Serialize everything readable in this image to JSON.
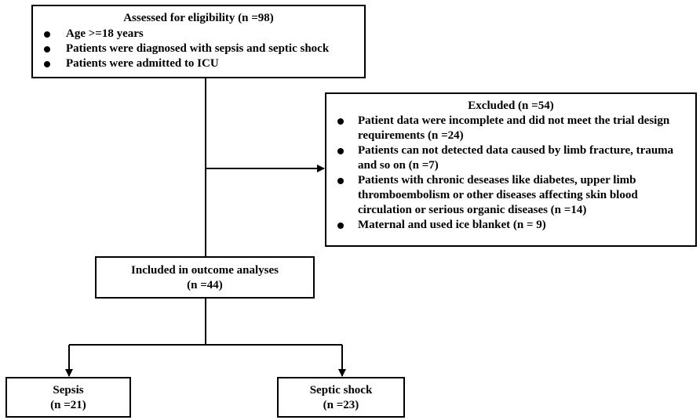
{
  "eligibility": {
    "title": "Assessed for eligibility  (n =98)",
    "criteria": [
      "Age >=18 years",
      "Patients were diagnosed with sepsis and septic shock",
      "Patients were admitted to ICU"
    ]
  },
  "excluded": {
    "title": "Excluded (n =54)",
    "reasons": [
      "Patient data were incomplete and did not meet the trial design requirements (n =24)",
      "Patients can not detected data caused by limb fracture, trauma and so on (n =7)",
      "Patients with chronic deseases like  diabetes, upper limb thromboembolism or other diseases affecting skin blood circulation or serious organic diseases (n =14)",
      "Maternal and used ice blanket (n = 9)"
    ]
  },
  "included": {
    "title": "Included in outcome analyses",
    "count": "(n =44)"
  },
  "groups": {
    "sepsis": {
      "title": "Sepsis",
      "count": "(n =21)"
    },
    "septic_shock": {
      "title": "Septic shock",
      "count": "(n =23)"
    }
  }
}
